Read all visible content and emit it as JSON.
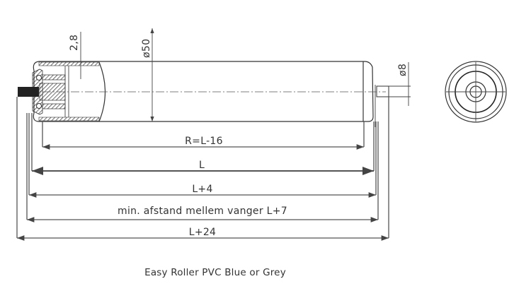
{
  "title": "Easy Roller PVC Blue or Grey",
  "dimensions": {
    "wall": "2,8",
    "diameter_tube": "ø50",
    "diameter_shaft": "ø8",
    "r": "R=L-16",
    "l": "L",
    "l4": "L+4",
    "l7": "min. afstand mellem vanger L+7",
    "l24": "L+24"
  },
  "colors": {
    "line": "#333333",
    "background": "#ffffff"
  }
}
